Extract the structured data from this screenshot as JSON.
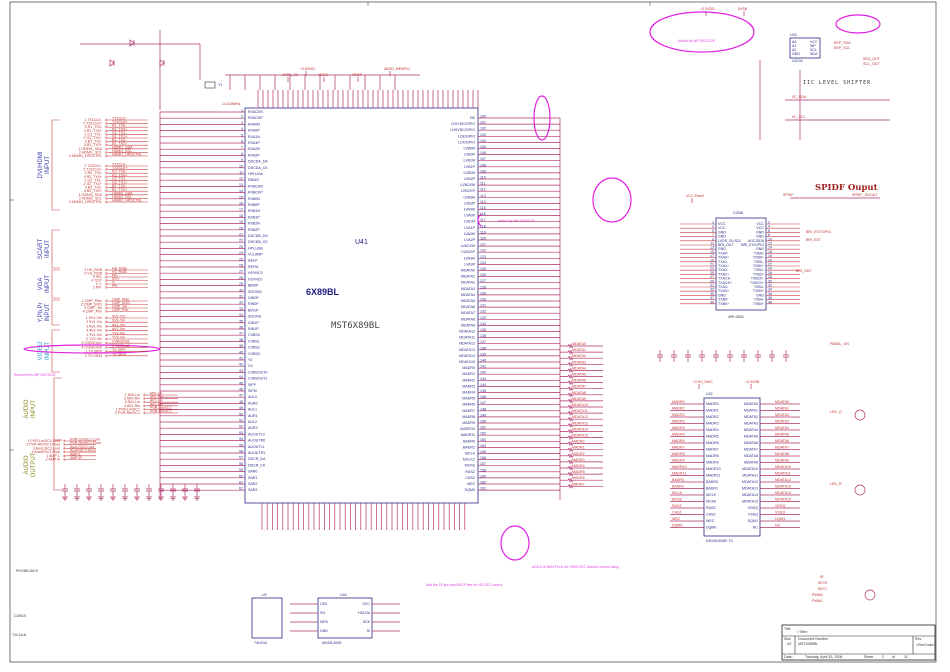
{
  "colors": {
    "wire": "#b0306a",
    "net": "#c84040",
    "part": "#2a2a8a",
    "annotation": "#e020e0",
    "section_blue": "#3a6ad0",
    "section_olive": "#8a8a20",
    "spdif": "#a02020"
  },
  "sections": [
    {
      "label": "DVI/HDMI INPUT",
      "color": "#3a3ab0"
    },
    {
      "label": "SCART INPUT",
      "color": "#3a3ab0"
    },
    {
      "label": "VGA INPUT",
      "color": "#3a3ab0"
    },
    {
      "label": "Y,Pb,Pr INPUT",
      "color": "#3a3ab0"
    },
    {
      "label": "VIDEO INPUT",
      "color": "#2a9ad0"
    },
    {
      "label": "AUDIO INPUT",
      "color": "#8a8a20"
    },
    {
      "label": "AUDIO OUTPUT",
      "color": "#8a8a20"
    }
  ],
  "pins": {
    "dvi1": [
      "TX1CLK-",
      "TX1CLK+",
      "R1_TX0-",
      "R1_TX0+",
      "G1_TX1-",
      "G1_TX1+",
      "B1_TX2-",
      "B1_TX2+",
      "HDMI1_SDA",
      "HDMI1_SCL",
      "HDMI1_HPDCTRL"
    ],
    "dvi2": [
      "TX2CLK-",
      "TX2CLK+",
      "R2_TX0-",
      "R2_TX0+",
      "G2_TX1-",
      "G2_TX1+",
      "B2_TX2-",
      "B2_TX2+",
      "HDMI2_SDA",
      "HDMI2_SCL",
      "HDMI2_HPDCTRL"
    ],
    "vga": [
      "HS_RGB",
      "VS_RGB",
      "PB-",
      "SOY",
      "Y-",
      "PR-"
    ],
    "ypbpr": [
      "CMP_Pbin",
      "CMP_SOG",
      "CMP_Yin",
      "CMP_Prin"
    ],
    "video": [
      "SV1-Cin",
      "SV1-Yin",
      "AV1-Vin",
      "AV2-Vin",
      "TV1-Vin",
      "TV2-Vin",
      "CVBSOut1",
      "CVBSOut0",
      "TV SIFP",
      "TV SIFM"
    ],
    "audio_in": [
      "MIX-Lin",
      "MIX-Rin",
      "AV1-Lin",
      "AV1-Rin",
      "PVR-Lin/SC1",
      "PVR-Rin/SC1"
    ],
    "audio_out": [
      "PVR-Lin/SC1-Lout",
      "PVR-Rin/SC1-Rout",
      "AuxL/SC2-Lout",
      "AuxR/SC2-Rout",
      "AMP-L",
      "AMP-R"
    ],
    "chip_left": [
      "RXACKN",
      "RXACKP",
      "RXA0N",
      "RXA0P",
      "RXA1N",
      "RXA1P",
      "RXA2N",
      "RXA2P",
      "DDCDA_DA",
      "DDCDA_CK",
      "HPLUGA",
      "RBIAS",
      "RXBCKN",
      "RXBCKP",
      "RXB0N",
      "RXB0P",
      "RXB1N",
      "RXB1P",
      "RXB2N",
      "RXB2P",
      "DDCDB_DA",
      "DDCDB_CK",
      "HPLUGB",
      "VCLAMP",
      "REFP",
      "REFM",
      "HSYNC0",
      "VSYNC0",
      "BIN0P",
      "SOGIN0",
      "GIN0P",
      "RIN0P",
      "BIN1P",
      "SOGIN1",
      "GIN1P",
      "RIN1P",
      "CVBS0",
      "CVBS1",
      "CVBS2",
      "CVBS3",
      "Y0",
      "C0",
      "CVBSOUT0",
      "CVBSOUT1",
      "SIFP",
      "SIFM",
      "AUL0",
      "AUR0",
      "AUL1",
      "AUR1",
      "AUL2",
      "AUR2",
      "AUOUTL0",
      "AUOUTR0",
      "AUOUTL1",
      "AUOUTR1",
      "DDCR_DA",
      "DDCR_CK",
      "SAR0",
      "SAR1",
      "SAR2",
      "SAR3"
    ],
    "chip_right": [
      "DE",
      "LVSYNC/GPIO",
      "LHSYNC/GPIO",
      "LDE/GPIO",
      "LCK/GPIO",
      "LVB0M",
      "LVB0P",
      "LVB1M",
      "LVB1P",
      "LVB2M",
      "LVB2P",
      "LVBCKM",
      "LVBCKP",
      "LVB3M",
      "LVB3P",
      "LVA0M",
      "LVA0P",
      "LVA1M",
      "LVA1P",
      "LVA2M",
      "LVA2P",
      "LVACKM",
      "LVACKP",
      "LVA3M",
      "LVA3P",
      "MDATA0",
      "MDATA1",
      "MDATA2",
      "MDATA3",
      "MDATA4",
      "MDATA5",
      "MDATA6",
      "MDATA7",
      "MDATA8",
      "MDATA9",
      "MDATA10",
      "MDATA11",
      "MDATA12",
      "MDATA13",
      "MDATA14",
      "MDATA15",
      "MADR0",
      "MADR1",
      "MADR2",
      "MADR3",
      "MADR4",
      "MADR5",
      "MADR6",
      "MADR7",
      "MADR8",
      "MADR9",
      "MADR10",
      "MADR11",
      "BADR0",
      "BADR1",
      "MCLK",
      "MCLKZ",
      "MCKE",
      "RASZ",
      "CASZ",
      "WEZ",
      "DQM0"
    ],
    "con8_left": [
      "VCC",
      "VCC",
      "GND",
      "GND",
      "LVDS_SL/SCL",
      "BRI_OUT",
      "GND",
      "TXA0-",
      "TXA0+",
      "TXA1-",
      "TXA1+",
      "TXA2-",
      "TXA2+",
      "TXACK-",
      "TXACK+",
      "TXA3-",
      "TXA3+",
      "GND",
      "TXB0-",
      "TXB0+"
    ],
    "con8_right": [
      "VCC",
      "VCC",
      "GND",
      "GND",
      "AGC/SDA",
      "BRI_EX/GPIO",
      "GND",
      "TXB0-",
      "TXB0+",
      "TXB1-",
      "TXB1+",
      "TXB2-",
      "TXB2+",
      "TXBCK-",
      "TXBCK+",
      "TXB3-",
      "TXB3+",
      "GND",
      "TXB4-",
      "TXB4+"
    ],
    "mem_left": [
      "MADR0",
      "MADR1",
      "MADR2",
      "MADR3",
      "MADR4",
      "MADR5",
      "MADR6",
      "MADR7",
      "MADR8",
      "MADR9",
      "MADR10",
      "MADR11",
      "BADR0",
      "BADR1",
      "MCLK",
      "MCKE",
      "RASZ",
      "CASZ",
      "WEZ",
      "DQM0"
    ],
    "mem_right": [
      "MDATA0",
      "MDATA1",
      "MDATA2",
      "MDATA3",
      "MDATA4",
      "MDATA5",
      "MDATA6",
      "MDATA7",
      "MDATA8",
      "MDATA9",
      "MDATA10",
      "MDATA11",
      "MDATA12",
      "MDATA13",
      "MDATA14",
      "MDATA15",
      "VDDQ",
      "VSSQ",
      "DQM1",
      "NC"
    ]
  },
  "chip": {
    "ref": "U41",
    "name": "6X89BL",
    "part": "MST6X89BL"
  },
  "parts": {
    "eeprom": {
      "ref": "U43",
      "part": "24C04",
      "pins": [
        "A0",
        "A1",
        "A2",
        "GND",
        "VCC",
        "WP",
        "SCL",
        "SDA"
      ]
    },
    "con8": {
      "ref": "CON8",
      "part": "40P-0830"
    },
    "memory": {
      "ref": "U42",
      "part": "K4D261638F-TC"
    },
    "flash": {
      "ref": "U44",
      "part": "MX25L4005",
      "pins": [
        "CE#",
        "SO",
        "WP#",
        "GND",
        "VCC",
        "HOLD#",
        "SCK",
        "SI"
      ]
    },
    "crystal": {
      "ref": "Y1",
      "value": "14.318MHz"
    },
    "buffer": {
      "ref": "U9",
      "part": "74HC04"
    }
  },
  "labels": {
    "iic_level_shifter": "IIC LEVEL SHIFTER",
    "spdif_output": "SPIDF Ouput",
    "power_rails": [
      "+3.3VDD",
      "5VSB",
      "+1.8VDD",
      "AVDD_33",
      "VDDC",
      "VDDP",
      "AVDD_MEMPLL",
      "VCC-Panel",
      "+2.5V_DMC",
      "+3.3VSB"
    ],
    "nets": [
      "SDA_OUT",
      "SCL_OUT",
      "EEP_SDA",
      "EEP_SCL",
      "IIC_SDA",
      "IIC_SCL",
      "SPDIF",
      "SPDIF_OUOUT",
      "BRI_OUT",
      "BRI_EXT",
      "BRI_EXT/GPIO",
      "PANEL_ON",
      "LED_G",
      "LED_R",
      "IR",
      "KEY0",
      "KEY1",
      "PWM0",
      "PWM1"
    ],
    "notes": [
      "Added by WP 20070125",
      "Reserved by WP 20070125",
      "Added by WP 20070125",
      "AD101 is NM3 Pin in for HDMI CEC function control using",
      "Add the 2V line and HDCP line for HD CEC control"
    ],
    "phone_jack": "PHONEJACK",
    "connector": "CON10",
    "connector_part": "TJC1A-6"
  },
  "title_block": {
    "title_label": "Title",
    "title_value": "<Title>",
    "size_label": "Size",
    "size_value": "A2",
    "docnum_label": "Document Number",
    "docnum_value": "MST6X89BL",
    "rev_label": "Rev",
    "rev_value": "<RevCode>",
    "date_label": "Date:",
    "date_value": "Tuesday, April 15, 2008",
    "sheet_label": "Sheet",
    "sheet_value": "2",
    "of_label": "of",
    "of_value": "11"
  }
}
